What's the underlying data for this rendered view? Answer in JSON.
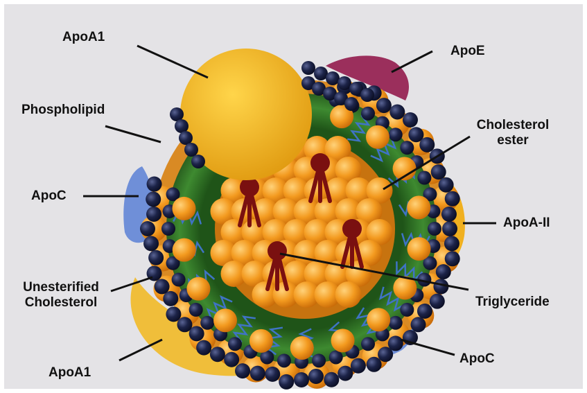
{
  "labels": {
    "apoa1_top": "ApoA1",
    "apoe": "ApoE",
    "phospholipid": "Phospholipid",
    "cholesterol_ester_line1": "Cholesterol",
    "cholesterol_ester_line2": "ester",
    "apoc_left": "ApoC",
    "apoa2": "ApoA-II",
    "unesterified_line1": "Unesterified",
    "unesterified_line2": "Cholesterol",
    "triglyceride": "Triglyceride",
    "apoa1_bottom": "ApoA1",
    "apoc_bottom": "ApoC"
  },
  "colors": {
    "background": "#e4e3e6",
    "apoa1": "#f2b21b",
    "apoe": "#9b2f5c",
    "apoc": "#6f8fd8",
    "apoa2": "#f0b020",
    "green_layer": "#2f6b23",
    "navy_head": "#1c2348",
    "orange_sphere": "#f39a1f",
    "tail_blue": "#3f73c6",
    "dark_red": "#7a1010",
    "leader_line": "#111111"
  }
}
